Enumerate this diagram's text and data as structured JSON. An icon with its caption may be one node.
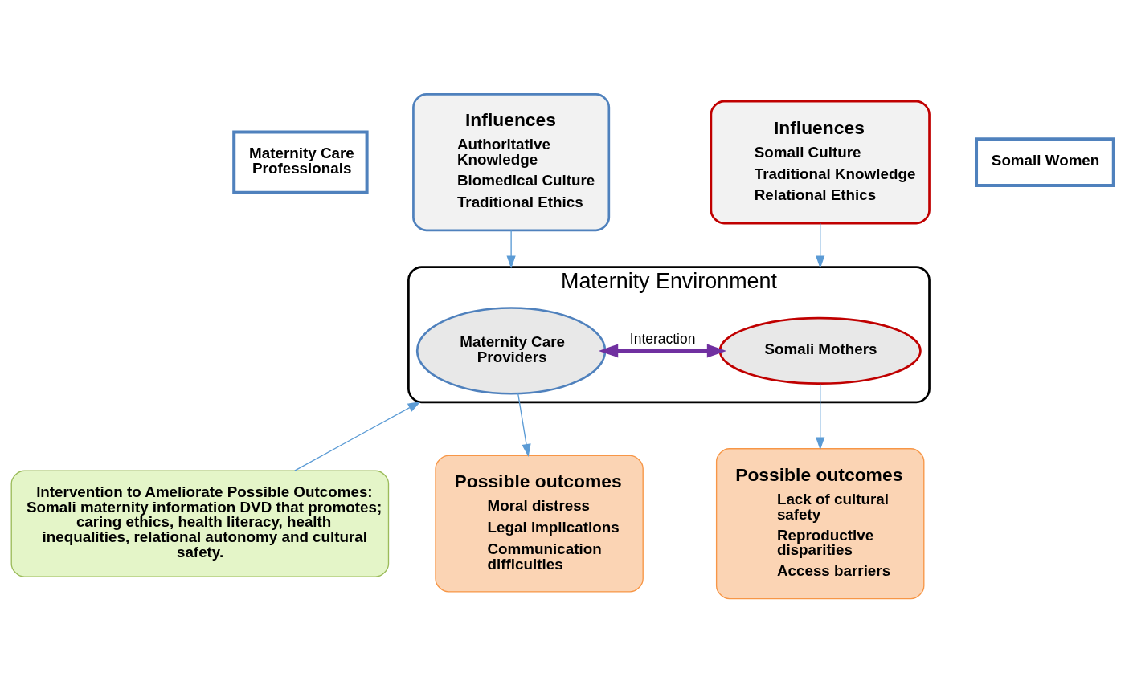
{
  "diagram": {
    "nodes": [
      {
        "text": [
          "Maternity Care Professionals"
        ]
      },
      {
        "text": [
          "Influences",
          "Authoritative Knowledge",
          "Biomedical Culture",
          "Traditional Ethics"
        ]
      },
      {
        "text": [
          "Somali Women"
        ]
      },
      {
        "text": [
          "Influences",
          "Somali Culture",
          "Traditional Knowledge",
          "Relational Ethics"
        ]
      },
      {
        "text": [
          "Maternity Environment"
        ]
      },
      {
        "text": [
          "Maternity Care Providers"
        ],
        "in": 4
      },
      {
        "text": [
          "Somali Mothers"
        ],
        "in": 4
      },
      {
        "text": [
          "Intervention to Ameliorate Possible Outcomes:",
          "Somali maternity information DVD that promotes; caring ethics, health literacy, health inequalities, relational autonomy and cultural safety."
        ]
      },
      {
        "text": [
          "Possible outcomes",
          "Moral distress",
          "Legal implications",
          "Communication difficulties"
        ]
      },
      {
        "text": [
          "Possible outcomes",
          "Lack of cultural safety",
          "Reproductive disparities",
          "Access barriers"
        ]
      }
    ],
    "edges": [
      {
        "from": 1,
        "to": 4,
        "arrow": "to"
      },
      {
        "from": 3,
        "to": 4,
        "arrow": "to"
      },
      {
        "from": 5,
        "to": 6,
        "arrow": "both",
        "label": "Interaction",
        "style": "thick",
        "color": "#7030a0"
      },
      {
        "from": 7,
        "to": 4,
        "arrow": "to"
      },
      {
        "from": 5,
        "to": 8,
        "arrow": "to"
      },
      {
        "from": 6,
        "to": 9,
        "arrow": "to"
      }
    ]
  }
}
